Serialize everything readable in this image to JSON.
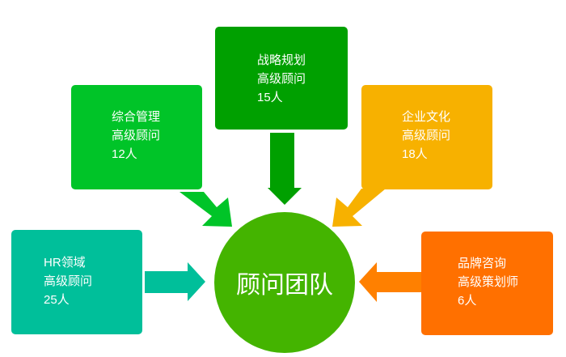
{
  "center": {
    "label": "顾问团队",
    "color": "#44b400"
  },
  "nodes": [
    {
      "id": "strategy",
      "lines": [
        "战略规划",
        "高级顾问",
        "15人"
      ],
      "color": "#00a000"
    },
    {
      "id": "management",
      "lines": [
        "综合管理",
        "高级顾问",
        "12人"
      ],
      "color": "#00c428"
    },
    {
      "id": "culture",
      "lines": [
        "企业文化",
        "高级顾问",
        "18人"
      ],
      "color": "#f7b100"
    },
    {
      "id": "hr",
      "lines": [
        "HR领域",
        "高级顾问",
        "25人"
      ],
      "color": "#00bf9a"
    },
    {
      "id": "brand",
      "lines": [
        "品牌咨询",
        "高级策划师",
        "6人"
      ],
      "color": "#ff7000"
    }
  ]
}
